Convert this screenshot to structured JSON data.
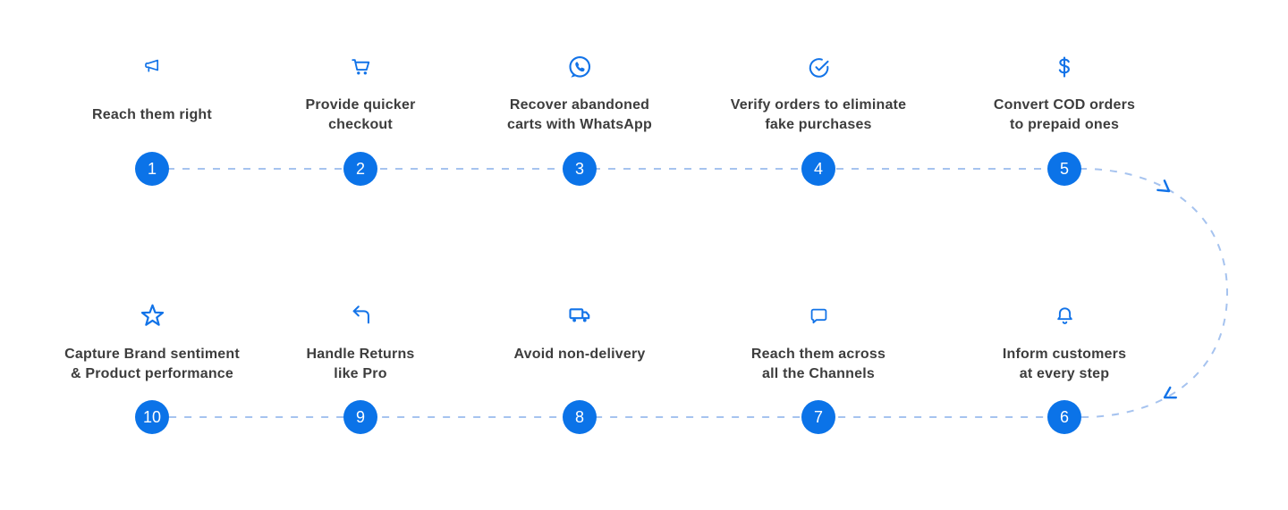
{
  "diagram_title": "ecommerce-customer-journey-steps",
  "colors": {
    "accent": "#0B73E8",
    "icon": "#1273E8",
    "dash": "#A6C3EF",
    "arrow": "#1273E8",
    "text": "#3D3D3D",
    "background": "#FFFFFF",
    "number_text": "#FFFFFF"
  },
  "steps": [
    {
      "number": "1",
      "icon": "megaphone",
      "lines": [
        "Reach them right"
      ]
    },
    {
      "number": "2",
      "icon": "cart",
      "lines": [
        "Provide quicker",
        "checkout"
      ]
    },
    {
      "number": "3",
      "icon": "whatsapp",
      "lines": [
        "Recover abandoned",
        "carts with WhatsApp"
      ]
    },
    {
      "number": "4",
      "icon": "check-circle",
      "lines": [
        "Verify orders to eliminate",
        "fake purchases"
      ]
    },
    {
      "number": "5",
      "icon": "dollar",
      "lines": [
        "Convert COD orders",
        "to prepaid ones"
      ]
    },
    {
      "number": "6",
      "icon": "bell",
      "lines": [
        "Inform customers",
        "at every step"
      ]
    },
    {
      "number": "7",
      "icon": "chat",
      "lines": [
        "Reach them across",
        "all the Channels"
      ]
    },
    {
      "number": "8",
      "icon": "truck",
      "lines": [
        "Avoid non-delivery"
      ]
    },
    {
      "number": "9",
      "icon": "return",
      "lines": [
        "Handle Returns",
        "like Pro"
      ]
    },
    {
      "number": "10",
      "icon": "star",
      "lines": [
        "Capture Brand sentiment",
        "& Product performance"
      ]
    }
  ]
}
